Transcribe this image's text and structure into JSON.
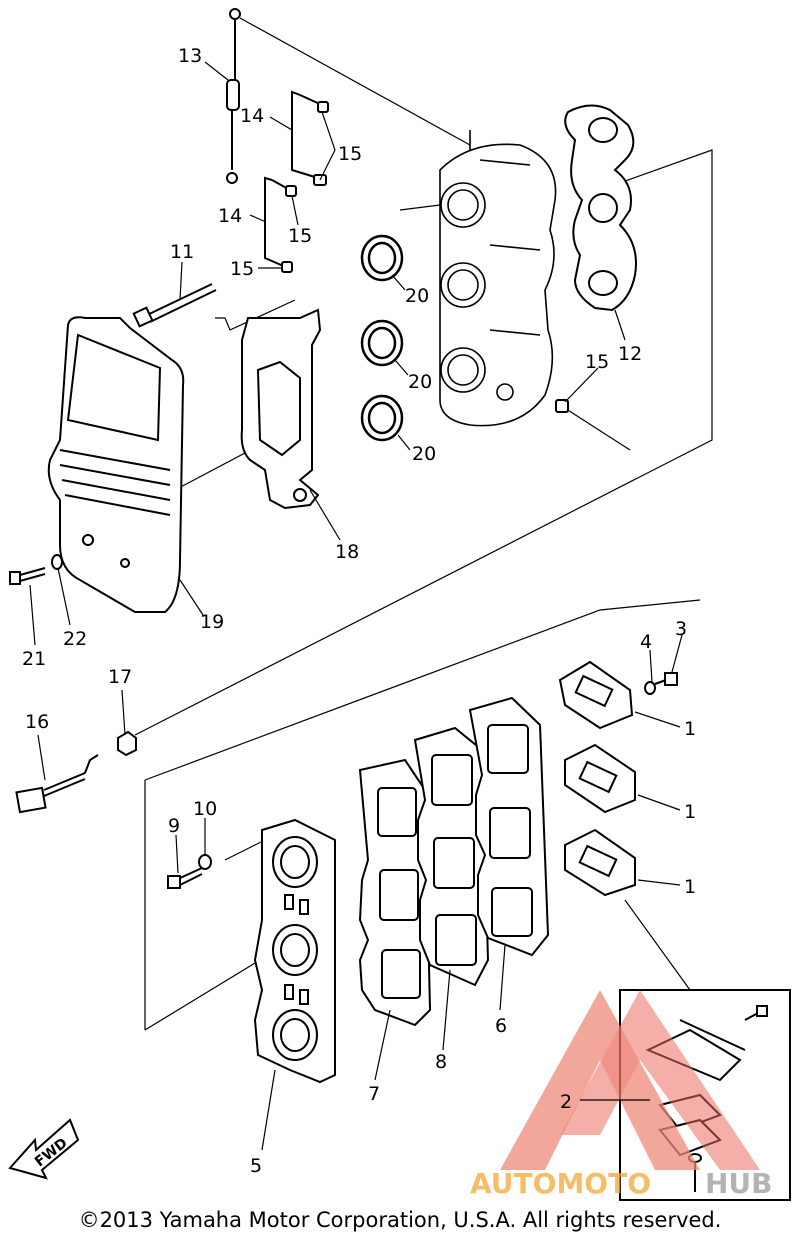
{
  "copyright": "©2013 Yamaha Motor Corporation, U.S.A. All rights reserved.",
  "watermark": {
    "part1": "AUTOMOTO",
    "part2": "HUB",
    "color_orange": "#f4a836",
    "color_gray": "#9b9b9b",
    "color_red": "#e02b20"
  },
  "fwd_label": "FWD",
  "callouts": {
    "c1a": "1",
    "c1b": "1",
    "c1c": "1",
    "c2": "2",
    "c3": "3",
    "c4": "4",
    "c5": "5",
    "c6": "6",
    "c7": "7",
    "c8": "8",
    "c9": "9",
    "c10": "10",
    "c11": "11",
    "c12": "12",
    "c13": "13",
    "c14a": "14",
    "c14b": "14",
    "c15a": "15",
    "c15b": "15",
    "c15c": "15",
    "c15d": "15",
    "c16": "16",
    "c17": "17",
    "c18": "18",
    "c19": "19",
    "c20a": "20",
    "c20b": "20",
    "c20c": "20",
    "c21": "21",
    "c22": "22"
  }
}
